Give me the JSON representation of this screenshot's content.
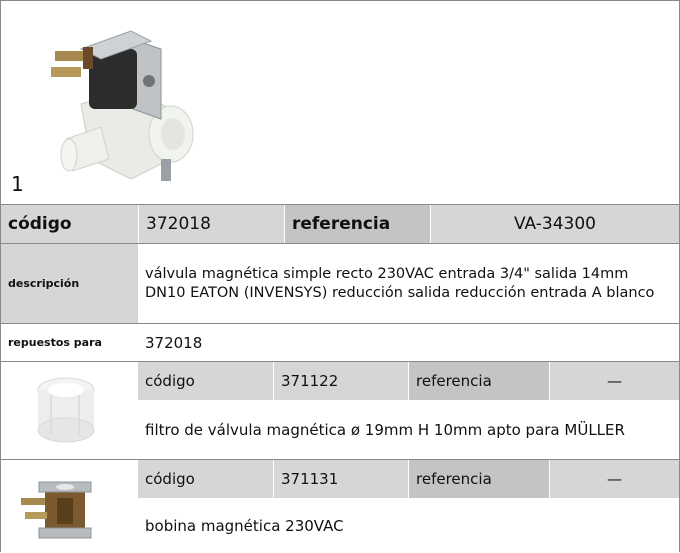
{
  "main_product": {
    "index_label": "1",
    "code_label": "código",
    "code_value": "372018",
    "ref_label": "referencia",
    "ref_value": "VA-34300",
    "description_label": "descripción",
    "description": "válvula magnética  simple recto 230VAC entrada 3/4\" salida 14mm DN10 EATON (INVENSYS) reducción salida reducción entrada A blanco",
    "spares_label": "repuestos para",
    "spares_value": "372018"
  },
  "parts": [
    {
      "code_label": "código",
      "code_value": "371122",
      "ref_label": "referencia",
      "ref_value": "—",
      "description": "filtro de válvula magnética  ø 19mm H 10mm apto para MÜLLER"
    },
    {
      "code_label": "código",
      "code_value": "371131",
      "ref_label": "referencia",
      "ref_value": "—",
      "description": "bobina magnética  230VAC"
    }
  ]
}
